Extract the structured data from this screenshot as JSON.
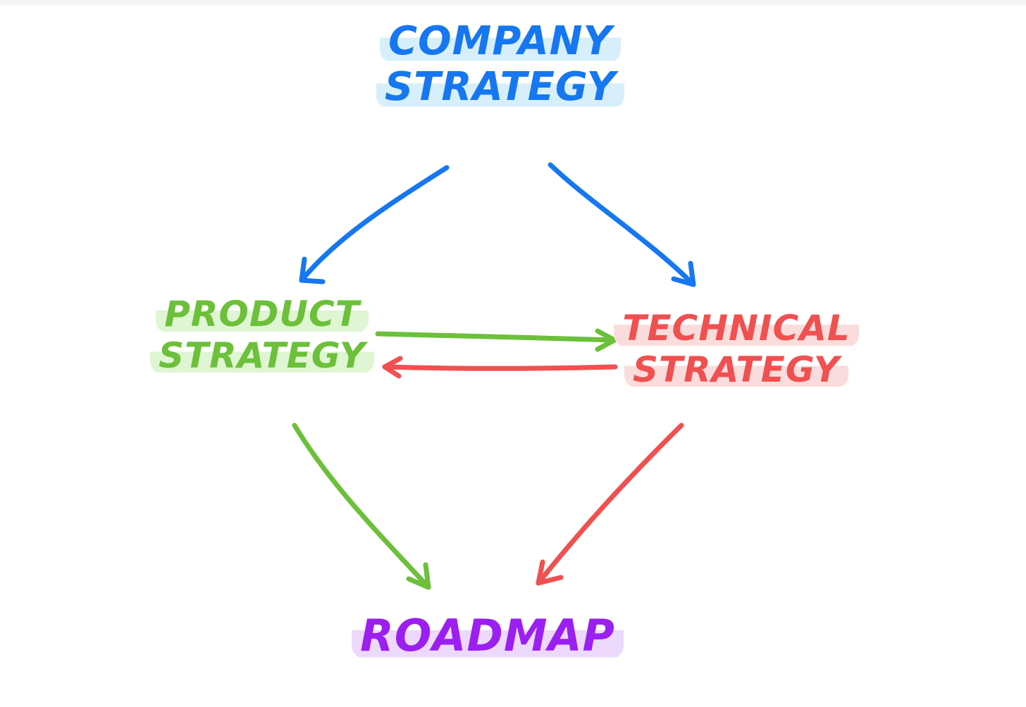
{
  "nodes": {
    "company_strategy": {
      "lines": [
        "Company",
        "Strategy"
      ],
      "color": "#1677f0",
      "highlight": "#d7effb"
    },
    "product_strategy": {
      "lines": [
        "Product",
        "Strategy"
      ],
      "color": "#6cc03a",
      "highlight": "#dff5d3"
    },
    "technical_strategy": {
      "lines": [
        "Technical",
        "Strategy"
      ],
      "color": "#f05050",
      "highlight": "#fbdcdc"
    },
    "roadmap": {
      "lines": [
        "Roadmap"
      ],
      "color": "#9b1ff0",
      "highlight": "#ecd9fb"
    }
  },
  "edges": [
    {
      "from": "company_strategy",
      "to": "product_strategy",
      "color": "#1677f0"
    },
    {
      "from": "company_strategy",
      "to": "technical_strategy",
      "color": "#1677f0"
    },
    {
      "from": "product_strategy",
      "to": "technical_strategy",
      "color": "#6cc03a"
    },
    {
      "from": "technical_strategy",
      "to": "product_strategy",
      "color": "#f05050"
    },
    {
      "from": "product_strategy",
      "to": "roadmap",
      "color": "#6cc03a"
    },
    {
      "from": "technical_strategy",
      "to": "roadmap",
      "color": "#f05050"
    }
  ]
}
